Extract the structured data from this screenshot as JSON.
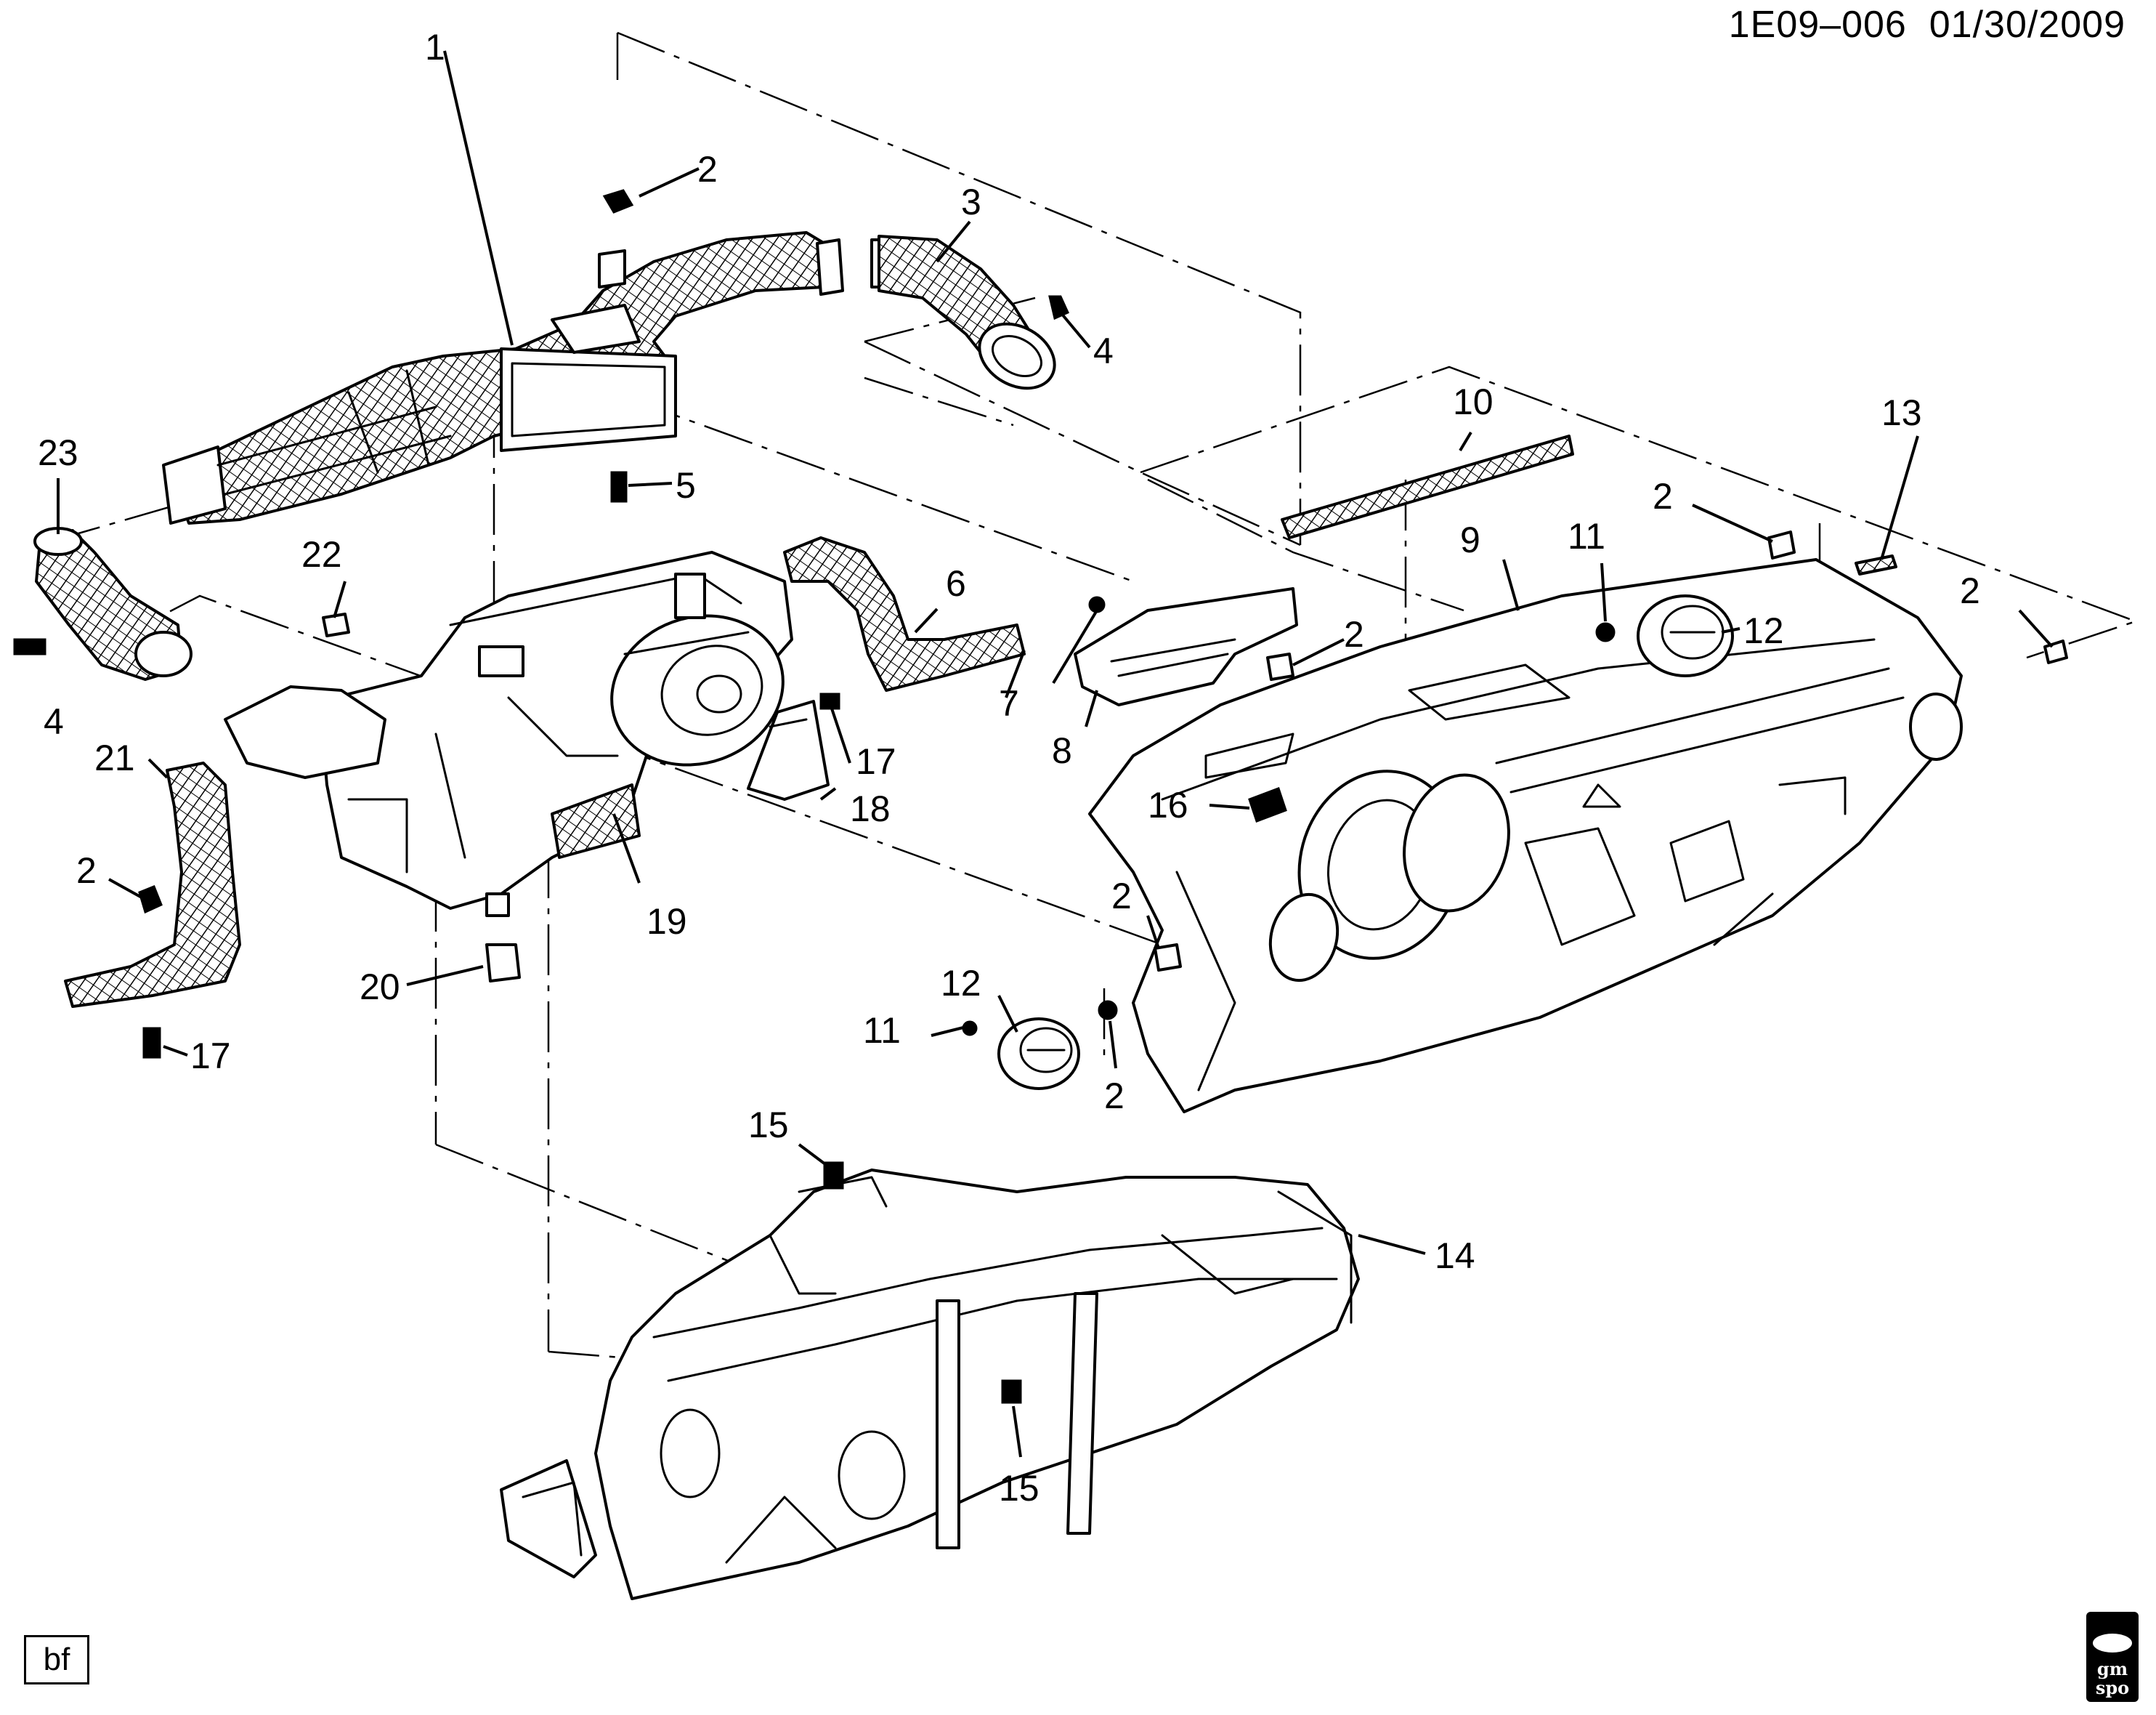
{
  "header": {
    "doc_code": "1E09–006  01/30/2009"
  },
  "footer": {
    "tag": "bf",
    "logo_top": "gm",
    "logo_bottom": "spo"
  },
  "callouts": [
    "1",
    "2",
    "3",
    "4",
    "5",
    "6",
    "7",
    "8",
    "9",
    "10",
    "11",
    "12",
    "13",
    "14",
    "15",
    "16",
    "17",
    "18",
    "19",
    "20",
    "21",
    "22",
    "23"
  ]
}
